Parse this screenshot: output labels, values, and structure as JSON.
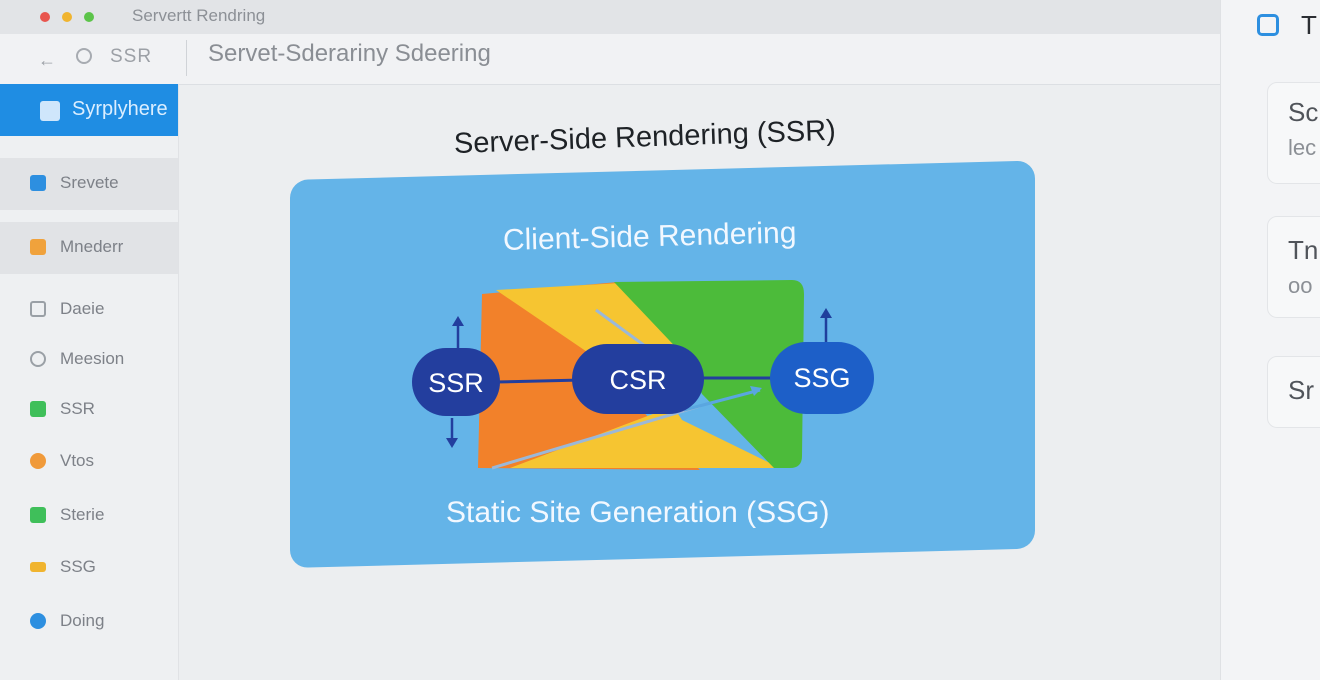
{
  "window": {
    "title": "Servertt Rendring"
  },
  "navbar": {
    "ssr_label": "SSR",
    "address": "Servet-Sderariny Sdeering"
  },
  "sidebar": {
    "items": [
      {
        "label": "Syrplyhere",
        "icon": "grid-icon",
        "color": "#cfe6fb",
        "state": "active"
      },
      {
        "label": "Srevete",
        "icon": "square-icon",
        "color": "#2d8fe0",
        "state": "soft"
      },
      {
        "label": "Mnederr",
        "icon": "folder-icon",
        "color": "#f0a23c",
        "state": "soft"
      },
      {
        "label": "Daeie",
        "icon": "calendar-icon",
        "color": "#9aa0a6",
        "state": "normal"
      },
      {
        "label": "Meesion",
        "icon": "clock-icon",
        "color": "#9aa0a6",
        "state": "normal"
      },
      {
        "label": "SSR",
        "icon": "green-square-icon",
        "color": "#3fbf5a",
        "state": "normal"
      },
      {
        "label": "Vtos",
        "icon": "orange-circle-icon",
        "color": "#f09a3a",
        "state": "normal"
      },
      {
        "label": "Sterie",
        "icon": "green-square-icon",
        "color": "#3fbf5a",
        "state": "normal"
      },
      {
        "label": "SSG",
        "icon": "orange-bar-icon",
        "color": "#f0b42f",
        "state": "normal"
      },
      {
        "label": "Doing",
        "icon": "blue-circle-icon",
        "color": "#2d8fe0",
        "state": "normal"
      }
    ]
  },
  "right_panel": {
    "title": "T",
    "cards": [
      {
        "title": "Sc",
        "subtitle": "lec"
      },
      {
        "title": "Tn",
        "subtitle": "oo"
      },
      {
        "title": "Sr",
        "subtitle": ""
      }
    ]
  },
  "main": {
    "heading": "Server-Side Rendering (SSR)",
    "diagram": {
      "title": "Client-Side Rendering",
      "caption": "Static Site Generation (SSG)",
      "nodes": [
        {
          "label": "SSR",
          "color": "#233e9e"
        },
        {
          "label": "CSR",
          "color": "#233e9e"
        },
        {
          "label": "SSG",
          "color": "#1d5fc8"
        }
      ],
      "colors": {
        "panel": "#64b4e8",
        "orange": "#f2812a",
        "yellow": "#f6c531",
        "green": "#4cbb3a",
        "arrow": "#1f3f9c"
      }
    }
  }
}
